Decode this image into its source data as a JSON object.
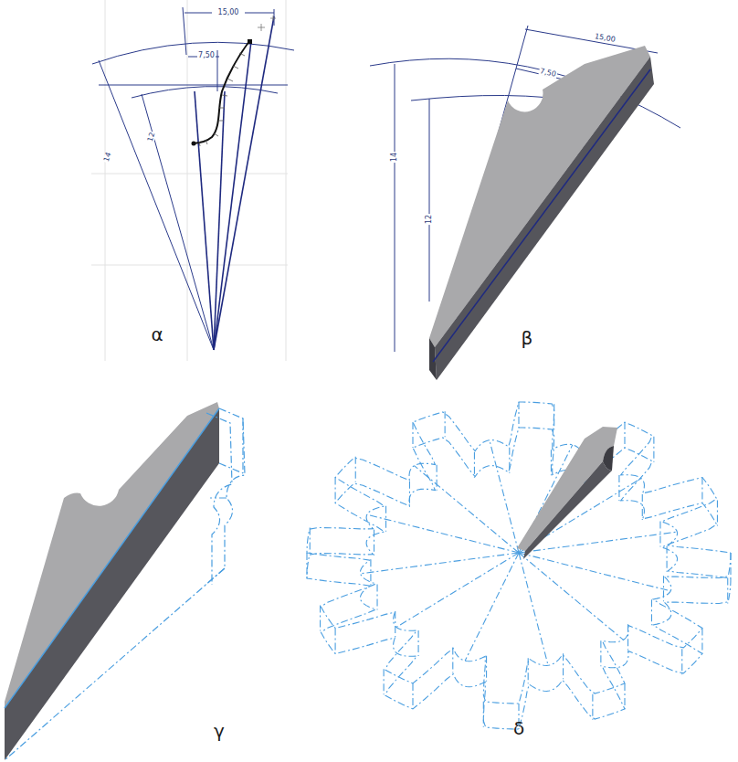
{
  "diagram": {
    "labels": [
      "15,00",
      "7,50",
      "14",
      "12",
      "α",
      "15,00",
      "7,50",
      "14",
      "12",
      "β",
      "γ",
      "δ"
    ]
  }
}
